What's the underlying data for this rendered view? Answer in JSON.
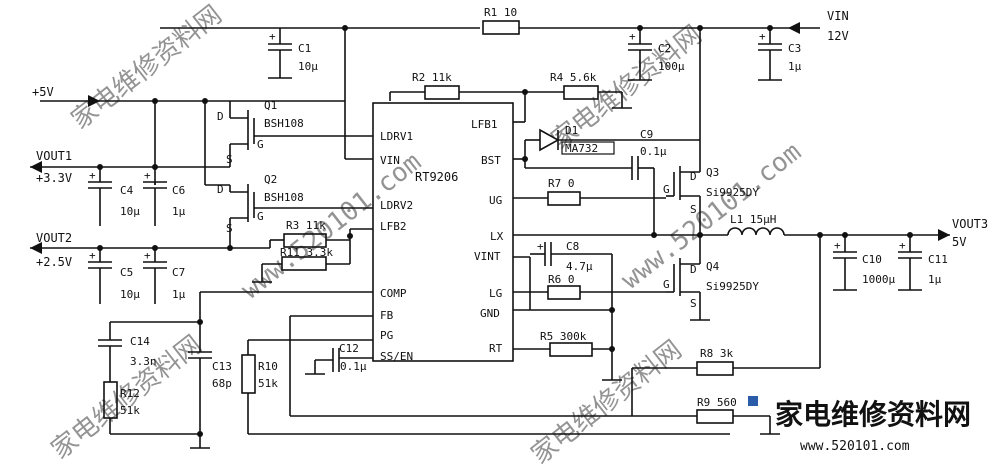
{
  "ic": {
    "name": "RT9206",
    "pins_left": [
      "LDRV1",
      "VIN",
      "LDRV2",
      "LFB2",
      "COMP",
      "FB",
      "PG",
      "SS/EN"
    ],
    "pins_right": [
      "LFB1",
      "BST",
      "UG",
      "LX",
      "VINT",
      "LG",
      "GND",
      "RT"
    ]
  },
  "rails": {
    "vin_name": "VIN",
    "vin_value": "12V",
    "p5v": "+5V",
    "vout1_name": "VOUT1",
    "vout1_value": "+3.3V",
    "vout2_name": "VOUT2",
    "vout2_value": "+2.5V",
    "vout3_name": "VOUT3",
    "vout3_value": "5V"
  },
  "resistors": {
    "r1": "R1 10",
    "r2": "R2 11k",
    "r3": "R3 11k",
    "r4": "R4 5.6k",
    "r5": "R5 300k",
    "r6": "R6 0",
    "r7": "R7 0",
    "r8": "R8 3k",
    "r9": "R9 560",
    "r10": "R10",
    "r10v": "51k",
    "r11": "R11 3.3k",
    "r12": "R12",
    "r12v": "51k"
  },
  "capacitors": {
    "c1": "C1",
    "c1v": "10μ",
    "c2": "C2",
    "c2v": "100μ",
    "c3": "C3",
    "c3v": "1μ",
    "c4": "C4",
    "c4v": "10μ",
    "c5": "C5",
    "c5v": "10μ",
    "c6": "C6",
    "c6v": "1μ",
    "c7": "C7",
    "c7v": "1μ",
    "c8": "C8",
    "c8v": "4.7μ",
    "c9": "C9",
    "c9v": "0.1μ",
    "c10": "C10",
    "c10v": "1000μ",
    "c11": "C11",
    "c11v": "1μ",
    "c12": "C12",
    "c12v": "0.1μ",
    "c13": "C13",
    "c13v": "68p",
    "c14": "C14",
    "c14v": "3.3n"
  },
  "transistors": {
    "q1": "Q1",
    "q1v": "BSH108",
    "q2": "Q2",
    "q2v": "BSH108",
    "q3": "Q3",
    "q3v": "Si9925DY",
    "q4": "Q4",
    "q4v": "Si9925DY",
    "d": "D",
    "g": "G",
    "s": "S"
  },
  "diode": {
    "d1": "D1",
    "d1v": "MA732"
  },
  "inductor": {
    "l1": "L1 15μH"
  },
  "watermark": {
    "site_logo": "家电维修资料网",
    "site_url": "www.520101.com",
    "wm_cn": "家电维修资料网",
    "wm_url": "www.520101.com"
  }
}
